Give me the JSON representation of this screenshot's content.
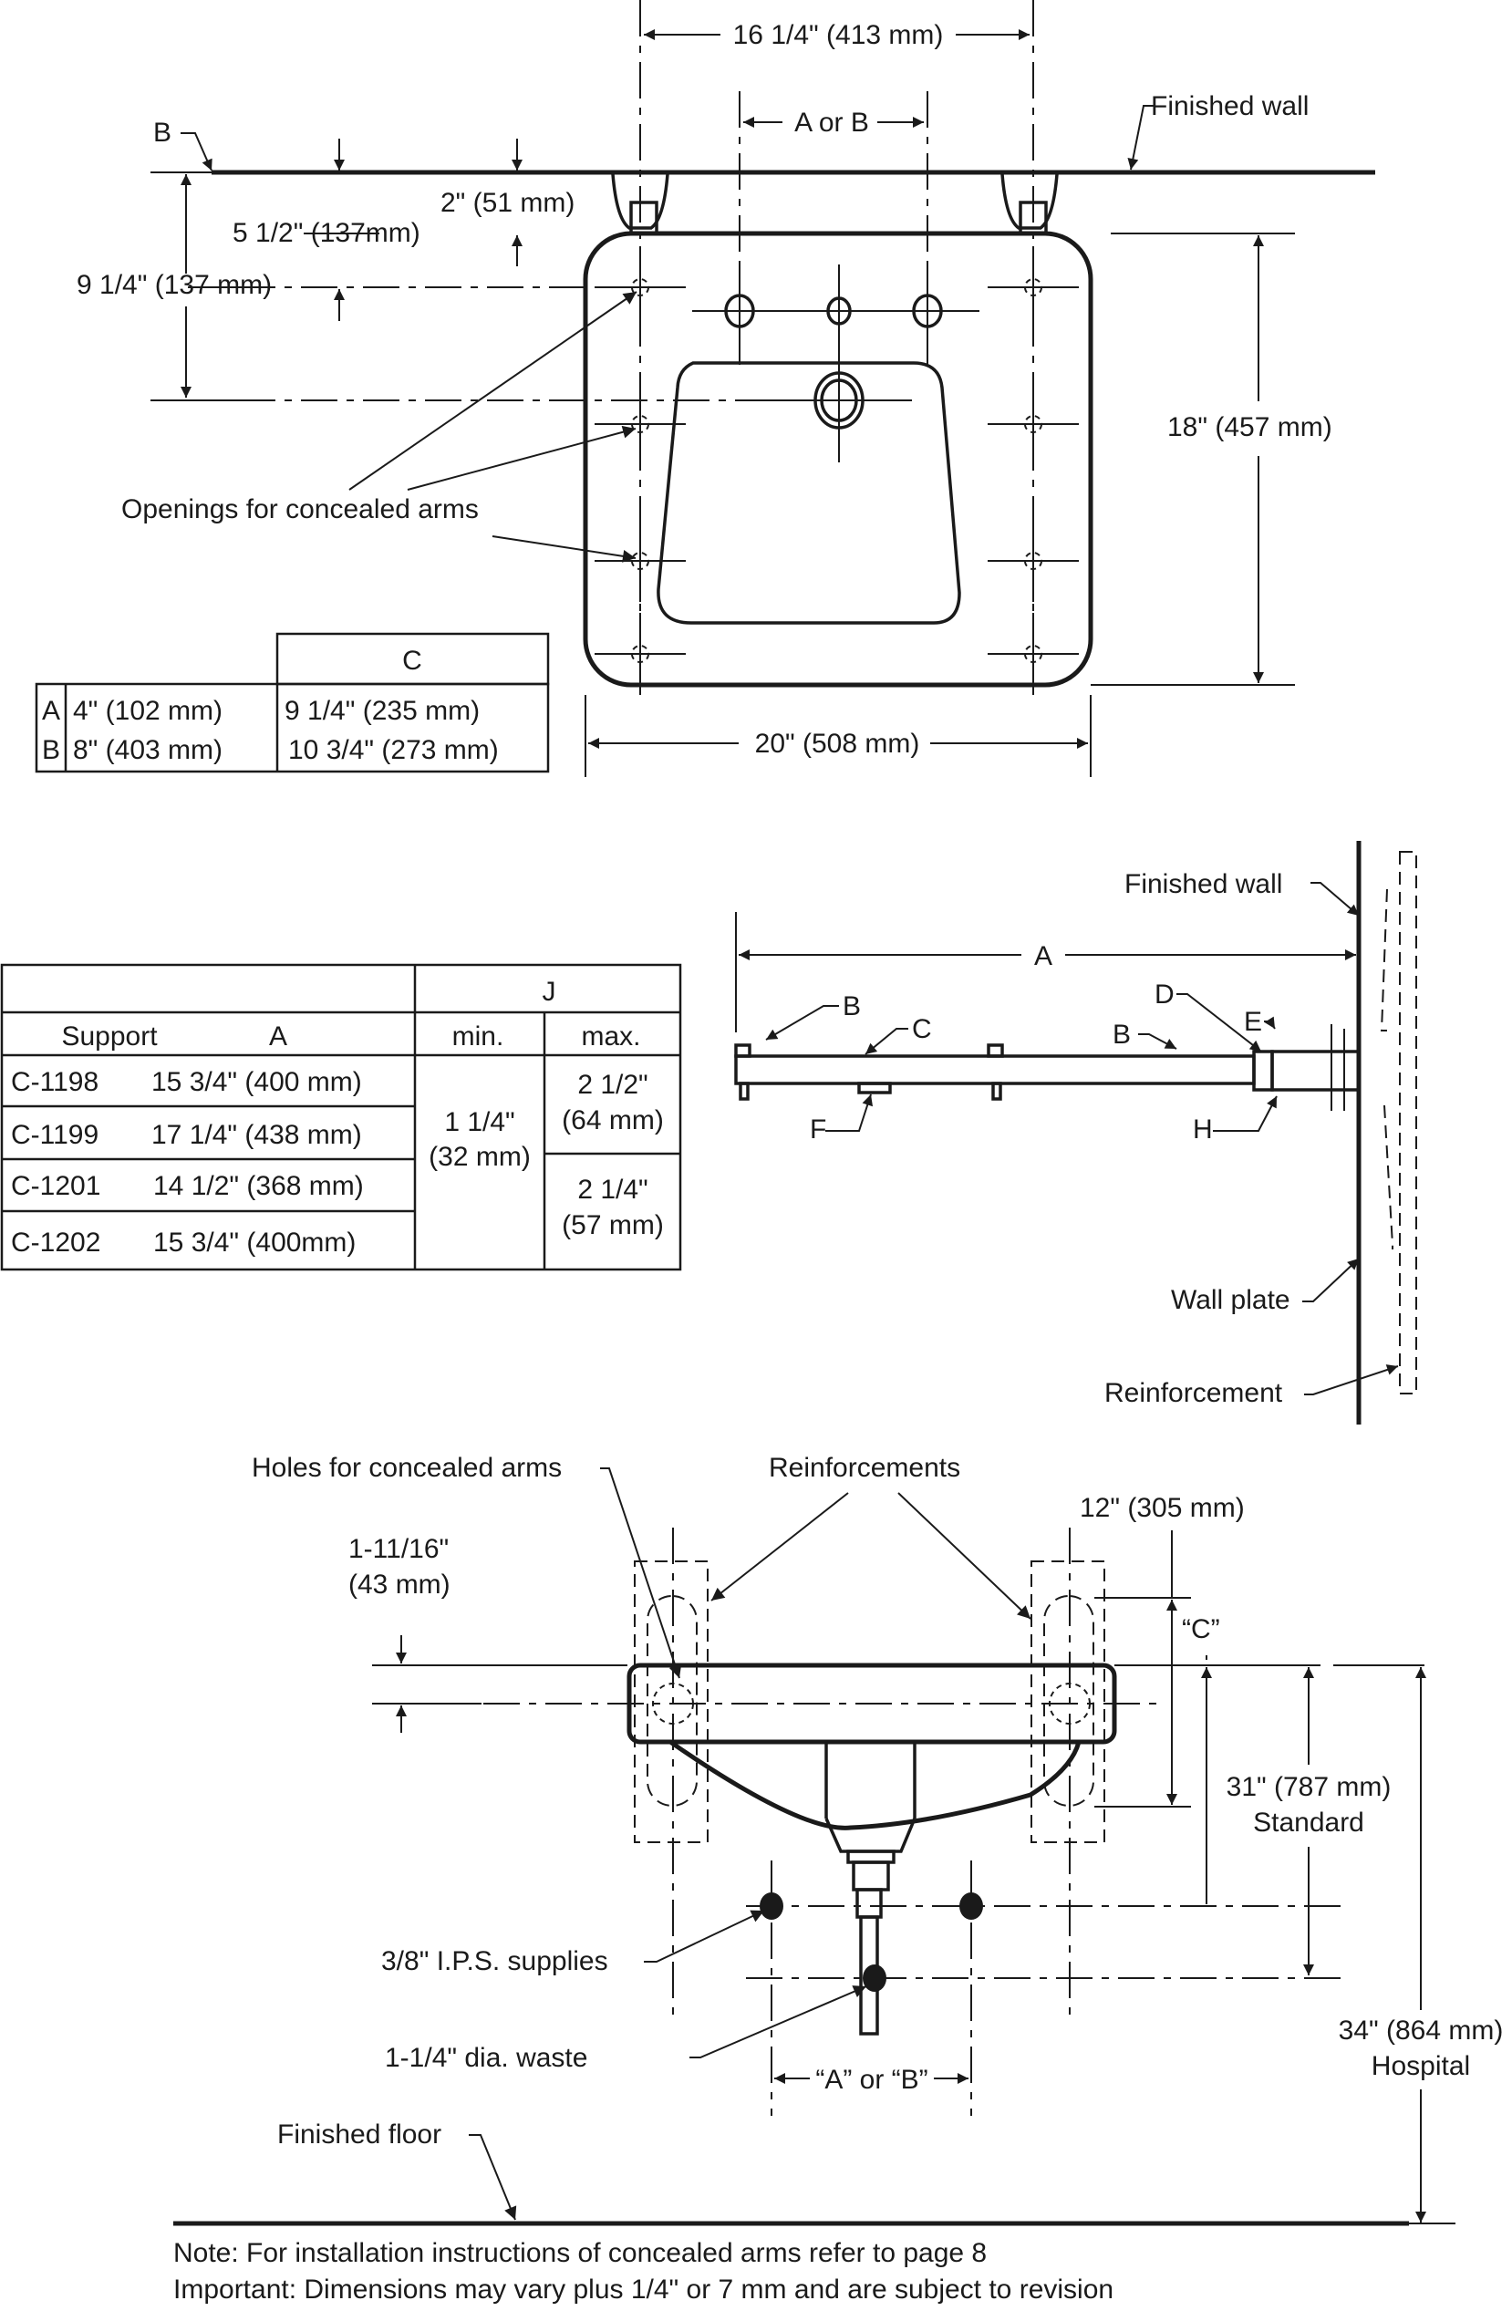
{
  "top_view": {
    "dim_width_between_arms": "16 1/4\" (413 mm)",
    "dim_a_or_b": "A or B",
    "label_b": "B",
    "label_finished_wall": "Finished wall",
    "dim_2in": "2\" (51 mm)",
    "dim_5_1_2": "5 1/2\" (137mm)",
    "dim_9_1_4": "9 1/4\" (137 mm)",
    "dim_18in": "18\" (457 mm)",
    "dim_20in": "20\" (508 mm)",
    "label_openings": "Openings for concealed arms",
    "table_c": {
      "header": "C",
      "rows": [
        {
          "key": "A",
          "value": "4\" (102 mm)",
          "c": "9 1/4\" (235 mm)"
        },
        {
          "key": "B",
          "value": "8\" (403 mm)",
          "c": "10 3/4\" (273 mm)"
        }
      ]
    }
  },
  "support_table": {
    "group_header": "J",
    "headers": {
      "support": "Support",
      "a": "A",
      "min": "min.",
      "max": "max."
    },
    "rows": [
      {
        "support": "C-1198",
        "a": "15 3/4\" (400 mm)"
      },
      {
        "support": "C-1199",
        "a": "17 1/4\" (438 mm)"
      },
      {
        "support": "C-1201",
        "a": "14 1/2\" (368 mm)"
      },
      {
        "support": "C-1202",
        "a": "15 3/4\" (400mm)"
      }
    ],
    "min_line1": "1 1/4\"",
    "min_line2": "(32 mm)",
    "max_group1_line1": "2 1/2\"",
    "max_group1_line2": "(64 mm)",
    "max_group2_line1": "2 1/4\"",
    "max_group2_line2": "(57 mm)"
  },
  "side_view": {
    "label_finished_wall": "Finished wall",
    "label_a": "A",
    "label_b1": "B",
    "label_c": "C",
    "label_b2": "B",
    "label_d": "D",
    "label_e": "E",
    "label_f": "F",
    "label_h": "H",
    "label_wall_plate": "Wall plate",
    "label_reinforcement": "Reinforcement"
  },
  "front_view": {
    "label_holes": "Holes for concealed arms",
    "label_reinforcements": "Reinforcements",
    "dim_12in": "12\" (305 mm)",
    "dim_1_11_16_line1": "1-11/16\"",
    "dim_1_11_16_line2": "(43 mm)",
    "dim_c": "“C”",
    "dim_31_line1": "31\" (787 mm)",
    "dim_31_line2": "Standard",
    "label_supplies": "3/8\" I.P.S. supplies",
    "label_waste": "1-1/4\" dia. waste",
    "dim_a_or_b": "“A” or “B”",
    "dim_34_line1": "34\" (864 mm)",
    "dim_34_line2": "Hospital",
    "label_finished_floor": "Finished floor"
  },
  "notes": {
    "note": "Note: For installation instructions of concealed arms refer to page 8",
    "important": "Important: Dimensions may vary plus 1/4\" or 7 mm and are subject to revision"
  }
}
